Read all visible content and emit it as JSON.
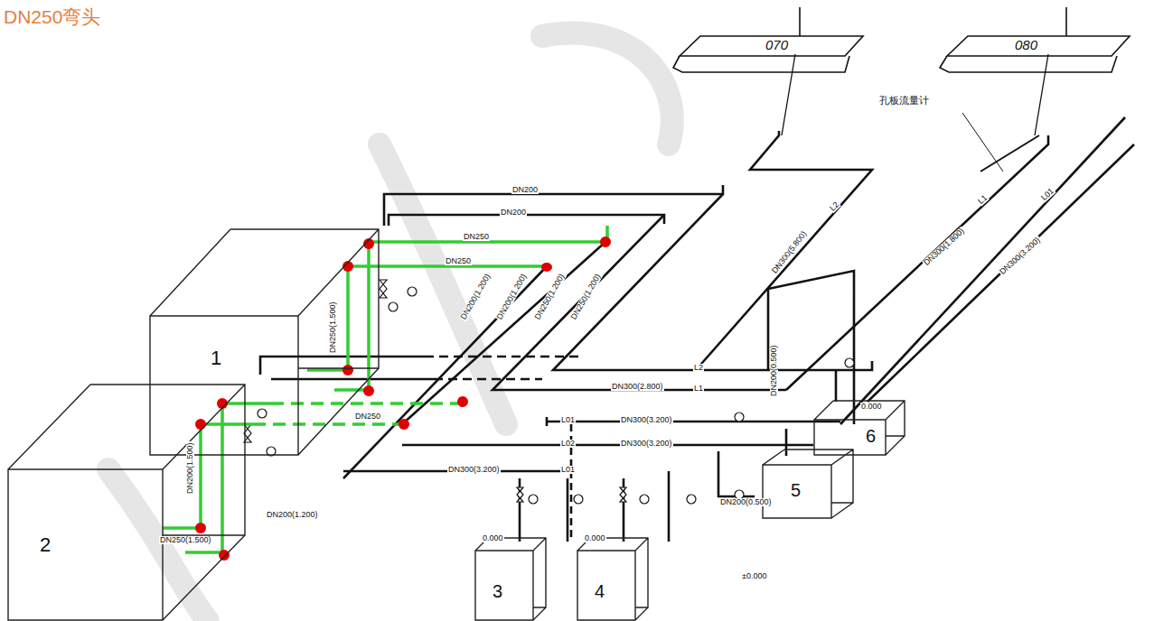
{
  "diagram": {
    "title": "DN250弯头",
    "nodes": [
      {
        "text": [
          "1"
        ]
      },
      {
        "text": [
          "2"
        ]
      },
      {
        "text": [
          "3"
        ]
      },
      {
        "text": [
          "4"
        ]
      },
      {
        "text": [
          "5"
        ]
      },
      {
        "text": [
          "6"
        ]
      }
    ],
    "labels": [
      "070",
      "080",
      "孔板流量计",
      "DN200",
      "DN200",
      "DN250",
      "DN250",
      "DN200(1.200)",
      "DN200(1.200)",
      "DN250(1.200)",
      "DN250(1.200)",
      "DN300(5.800)",
      "L2",
      "DN300(1.800)",
      "L1",
      "DN300(3.200)",
      "L01",
      "L2",
      "L1",
      "DN300(2.800)",
      "L01",
      "DN300(3.200)",
      "L02",
      "DN300(3.200)",
      "L01",
      "DN300(3.200)",
      "DN250",
      "DN250(1.500)",
      "DN200(1.500)",
      "DN250(1.500)",
      "DN200(1.200)",
      "DN200(0.500)",
      "DN200(0.500)",
      "0.000",
      "0.000",
      "±0.000",
      "0.000"
    ]
  }
}
